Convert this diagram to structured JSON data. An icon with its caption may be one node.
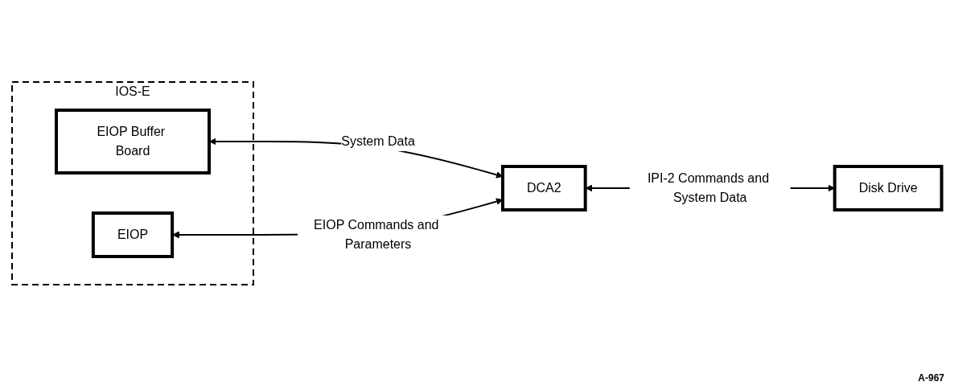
{
  "diagram": {
    "nodes": [
      {
        "text": [
          "IOS-E"
        ]
      },
      {
        "text": [
          "EIOP Buffer Board"
        ],
        "in": 0
      },
      {
        "text": [
          "EIOP"
        ],
        "in": 0
      },
      {
        "text": [
          "DCA2"
        ]
      },
      {
        "text": [
          "Disk Drive"
        ]
      }
    ],
    "edges": [
      {
        "from": 1,
        "to": 3,
        "arrow": "both",
        "label": "System Data"
      },
      {
        "from": 2,
        "to": 3,
        "arrow": "both",
        "label": "EIOP Commands and Parameters"
      },
      {
        "from": 3,
        "to": 4,
        "arrow": "both",
        "label": "IPI-2 Commands and System Data"
      }
    ],
    "labels": [
      "A-967"
    ]
  }
}
